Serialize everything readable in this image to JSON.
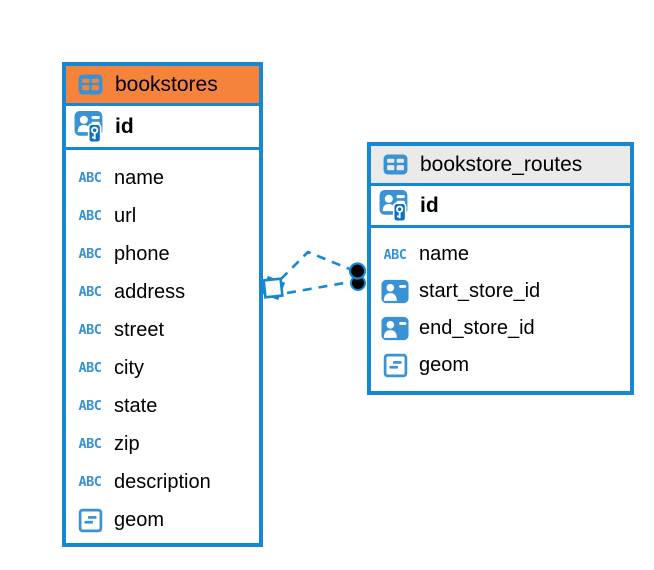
{
  "colors": {
    "accent-blue": "#1787d2",
    "icon-blue": "#3892d4",
    "key-blue": "#0f6fc0",
    "header-orange": "#f6833c",
    "header-gray": "#eaeaea",
    "connector-dot-black": "#000000"
  },
  "icons": {
    "abc_label": "ABC"
  },
  "tables": [
    {
      "name": "bookstores",
      "primary_key": {
        "name": "id"
      },
      "columns": [
        {
          "name": "name",
          "type": "text"
        },
        {
          "name": "url",
          "type": "text"
        },
        {
          "name": "phone",
          "type": "text"
        },
        {
          "name": "address",
          "type": "text"
        },
        {
          "name": "street",
          "type": "text"
        },
        {
          "name": "city",
          "type": "text"
        },
        {
          "name": "state",
          "type": "text"
        },
        {
          "name": "zip",
          "type": "text"
        },
        {
          "name": "description",
          "type": "text"
        },
        {
          "name": "geom",
          "type": "geometry"
        }
      ]
    },
    {
      "name": "bookstore_routes",
      "primary_key": {
        "name": "id"
      },
      "columns": [
        {
          "name": "name",
          "type": "text"
        },
        {
          "name": "start_store_id",
          "type": "foreign-key"
        },
        {
          "name": "end_store_id",
          "type": "foreign-key"
        },
        {
          "name": "geom",
          "type": "geometry"
        }
      ]
    }
  ],
  "relationships": [
    {
      "from": "bookstore_routes",
      "to": "bookstores",
      "line_style": "dashed"
    },
    {
      "from": "bookstore_routes",
      "to": "bookstores",
      "line_style": "dashed"
    }
  ]
}
